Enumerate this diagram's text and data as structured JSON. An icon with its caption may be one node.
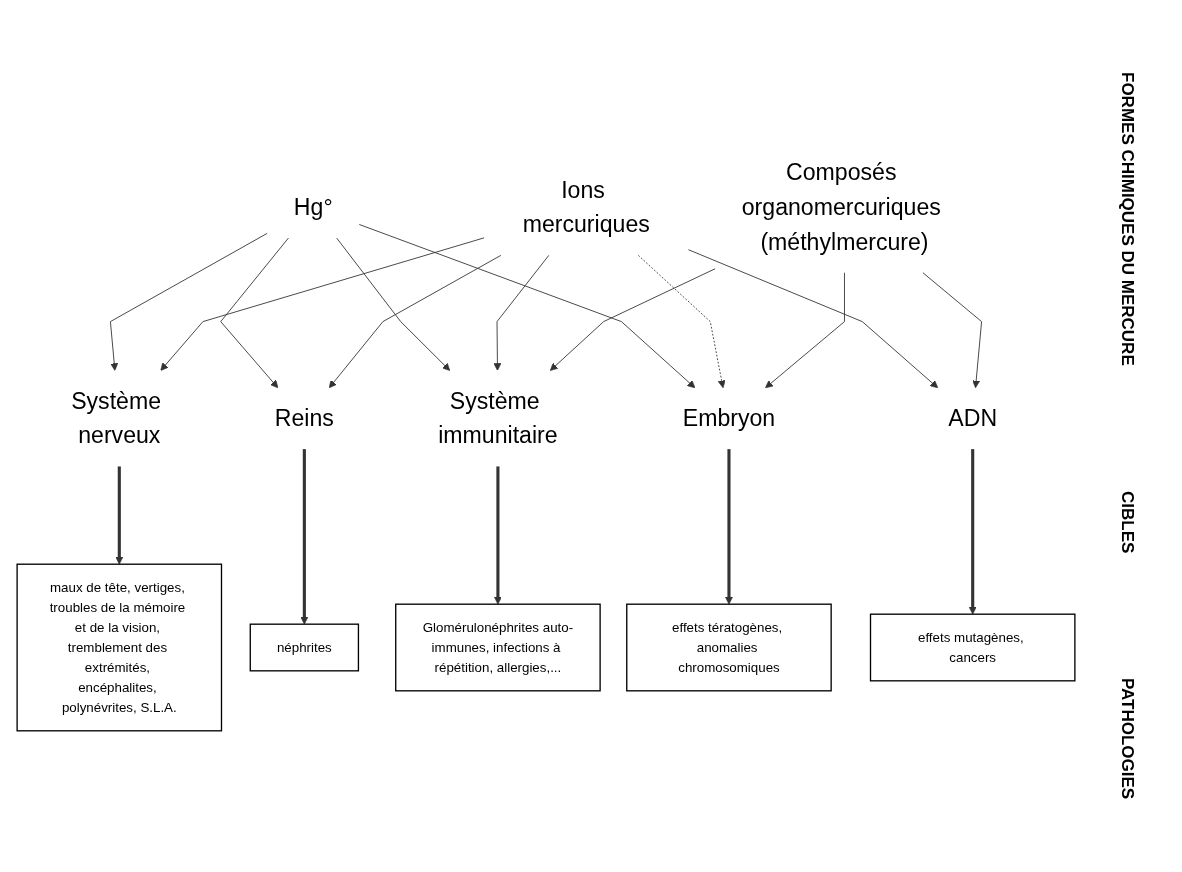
{
  "diagram": {
    "nodes": [
      {
        "text": [
          "Hg°"
        ]
      },
      {
        "text": [
          "Ions mercuriques"
        ]
      },
      {
        "text": [
          "Composés organomercuriques (méthylmercure)"
        ]
      },
      {
        "text": [
          "Système nerveux"
        ]
      },
      {
        "text": [
          "Reins"
        ]
      },
      {
        "text": [
          "Système immunitaire"
        ]
      },
      {
        "text": [
          "ADN"
        ]
      },
      {
        "text": [
          "Embryon"
        ]
      },
      {
        "text": [
          "maux de tête, vertiges, troubles de la mémoire et de la vision, tremblement des extrémités, encéphalites, polynévrites, S.L.A."
        ]
      },
      {
        "text": [
          "néphrites"
        ]
      },
      {
        "text": [
          "Glomérulonéphrites auto-immunes, infections à répétition, allergies,..."
        ]
      },
      {
        "text": [
          "effets mutagènes, cancers"
        ]
      },
      {
        "text": [
          "effets tératogènes, anomalies chromosomiques"
        ]
      }
    ],
    "edges": [
      {
        "from": 0,
        "to": 3,
        "arrow": "to"
      },
      {
        "from": 0,
        "to": 4,
        "arrow": "to"
      },
      {
        "from": 0,
        "to": 5,
        "arrow": "to"
      },
      {
        "from": 0,
        "to": 7,
        "arrow": "to"
      },
      {
        "from": 1,
        "to": 3,
        "arrow": "to"
      },
      {
        "from": 1,
        "to": 4,
        "arrow": "to"
      },
      {
        "from": 1,
        "to": 5,
        "arrow": "to"
      },
      {
        "from": 1,
        "to": 6,
        "arrow": "to"
      },
      {
        "from": 1,
        "to": 7,
        "arrow": "to",
        "style": "dashed"
      },
      {
        "from": 2,
        "to": 5,
        "arrow": "to"
      },
      {
        "from": 2,
        "to": 6,
        "arrow": "to"
      },
      {
        "from": 2,
        "to": 7,
        "arrow": "to"
      },
      {
        "from": 3,
        "to": 8,
        "arrow": "to",
        "style": "thick"
      },
      {
        "from": 4,
        "to": 9,
        "arrow": "to",
        "style": "thick"
      },
      {
        "from": 5,
        "to": 10,
        "arrow": "to",
        "style": "thick"
      },
      {
        "from": 6,
        "to": 11,
        "arrow": "to",
        "style": "thick"
      },
      {
        "from": 7,
        "to": 12,
        "arrow": "to",
        "style": "thick"
      }
    ],
    "labels": [
      "FORMES CHIMIQUES DU MERCURE",
      "CIBLES",
      "PATHOLOGIES"
    ]
  }
}
